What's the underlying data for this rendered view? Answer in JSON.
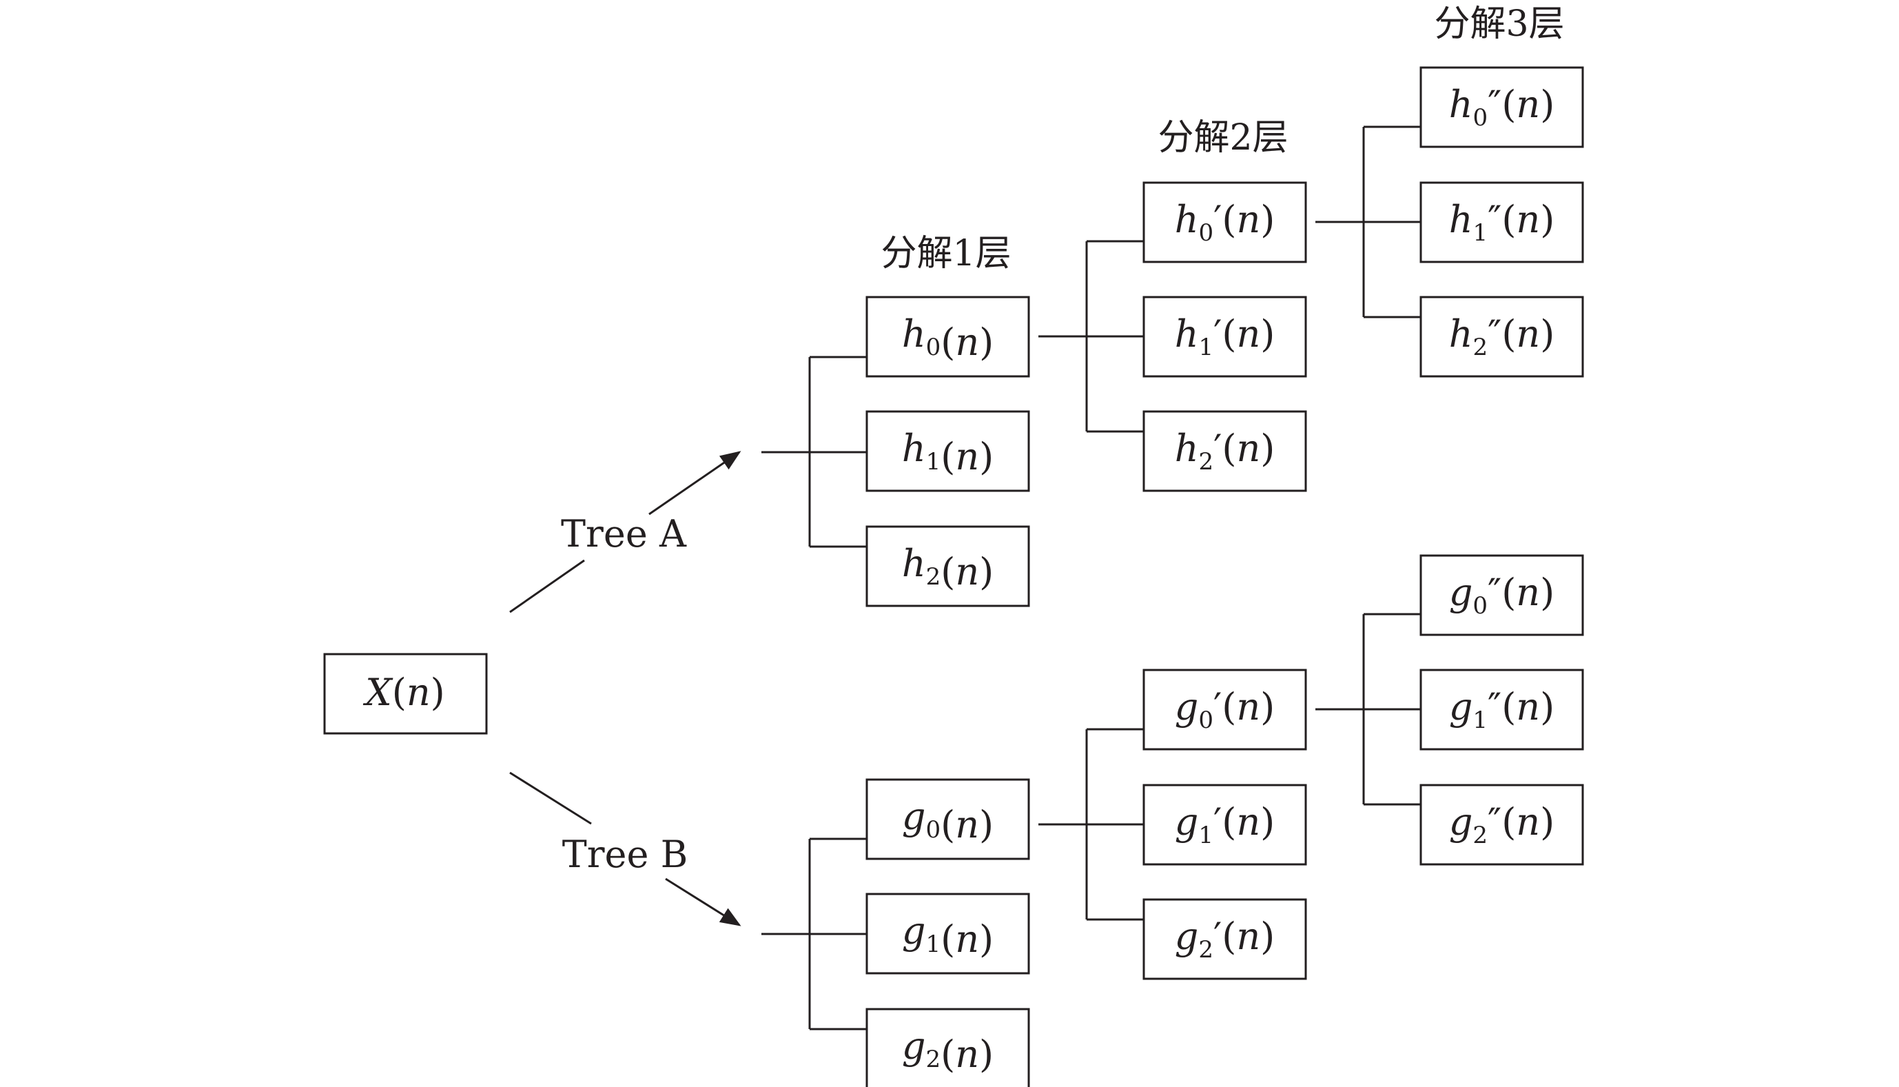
{
  "headers": {
    "level1": "分解1层",
    "level2": "分解2层",
    "level3": "分解3层"
  },
  "branches": {
    "tree_a": "Tree A",
    "tree_b": "Tree B"
  },
  "root": {
    "var": "X",
    "arg": "n"
  },
  "nodes": {
    "h0": {
      "var": "h",
      "sub": "0",
      "prime": "",
      "arg": "n"
    },
    "h1": {
      "var": "h",
      "sub": "1",
      "prime": "",
      "arg": "n"
    },
    "h2": {
      "var": "h",
      "sub": "2",
      "prime": "",
      "arg": "n"
    },
    "h0p": {
      "var": "h",
      "sub": "0",
      "prime": "′",
      "arg": "n"
    },
    "h1p": {
      "var": "h",
      "sub": "1",
      "prime": "′",
      "arg": "n"
    },
    "h2p": {
      "var": "h",
      "sub": "2",
      "prime": "′",
      "arg": "n"
    },
    "h0pp": {
      "var": "h",
      "sub": "0",
      "prime": "″",
      "arg": "n"
    },
    "h1pp": {
      "var": "h",
      "sub": "1",
      "prime": "″",
      "arg": "n"
    },
    "h2pp": {
      "var": "h",
      "sub": "2",
      "prime": "″",
      "arg": "n"
    },
    "g0": {
      "var": "g",
      "sub": "0",
      "prime": "",
      "arg": "n"
    },
    "g1": {
      "var": "g",
      "sub": "1",
      "prime": "",
      "arg": "n"
    },
    "g2": {
      "var": "g",
      "sub": "2",
      "prime": "",
      "arg": "n"
    },
    "g0p": {
      "var": "g",
      "sub": "0",
      "prime": "′",
      "arg": "n"
    },
    "g1p": {
      "var": "g",
      "sub": "1",
      "prime": "′",
      "arg": "n"
    },
    "g2p": {
      "var": "g",
      "sub": "2",
      "prime": "′",
      "arg": "n"
    },
    "g0pp": {
      "var": "g",
      "sub": "0",
      "prime": "″",
      "arg": "n"
    },
    "g1pp": {
      "var": "g",
      "sub": "1",
      "prime": "″",
      "arg": "n"
    },
    "g2pp": {
      "var": "g",
      "sub": "2",
      "prime": "″",
      "arg": "n"
    }
  }
}
